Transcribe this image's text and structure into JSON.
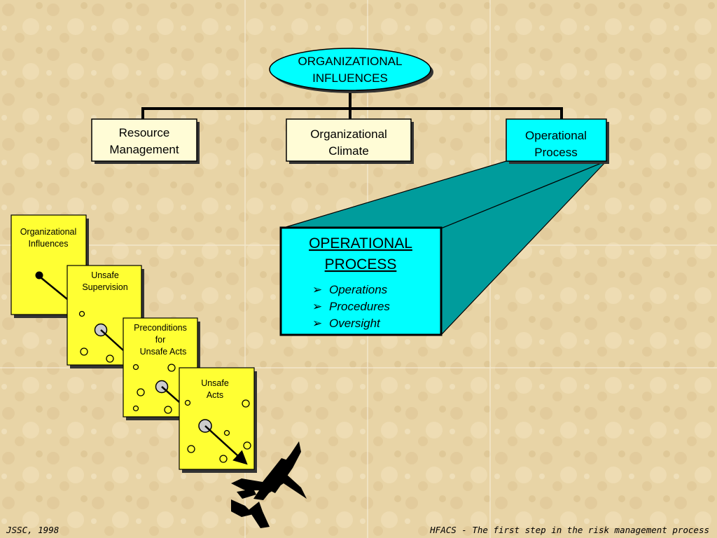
{
  "top_node": {
    "line1": "ORGANIZATIONAL",
    "line2": "INFLUENCES"
  },
  "branches": [
    {
      "line1": "Resource",
      "line2": "Management"
    },
    {
      "line1": "Organizational",
      "line2": "Climate"
    },
    {
      "line1": "Operational",
      "line2": "Process"
    }
  ],
  "detail": {
    "title_line1": "OPERATIONAL",
    "title_line2": "PROCESS",
    "bullets": [
      "Operations",
      "Procedures",
      "Oversight"
    ]
  },
  "cards": [
    {
      "line1": "Organizational",
      "line2": "Influences",
      "line3": ""
    },
    {
      "line1": "Unsafe",
      "line2": "Supervision",
      "line3": ""
    },
    {
      "line1": "Preconditions",
      "line2": "for",
      "line3": "Unsafe  Acts"
    },
    {
      "line1": "Unsafe",
      "line2": "Acts",
      "line3": ""
    }
  ],
  "footer": {
    "left": "JSSC, 1998",
    "right": "HFACS - The first step in the risk management process"
  },
  "colors": {
    "cream": "#fffcd6",
    "cyan": "#00ffff",
    "teal": "#009c9c",
    "yellow": "#ffff33",
    "background": "#e7d3a5"
  }
}
